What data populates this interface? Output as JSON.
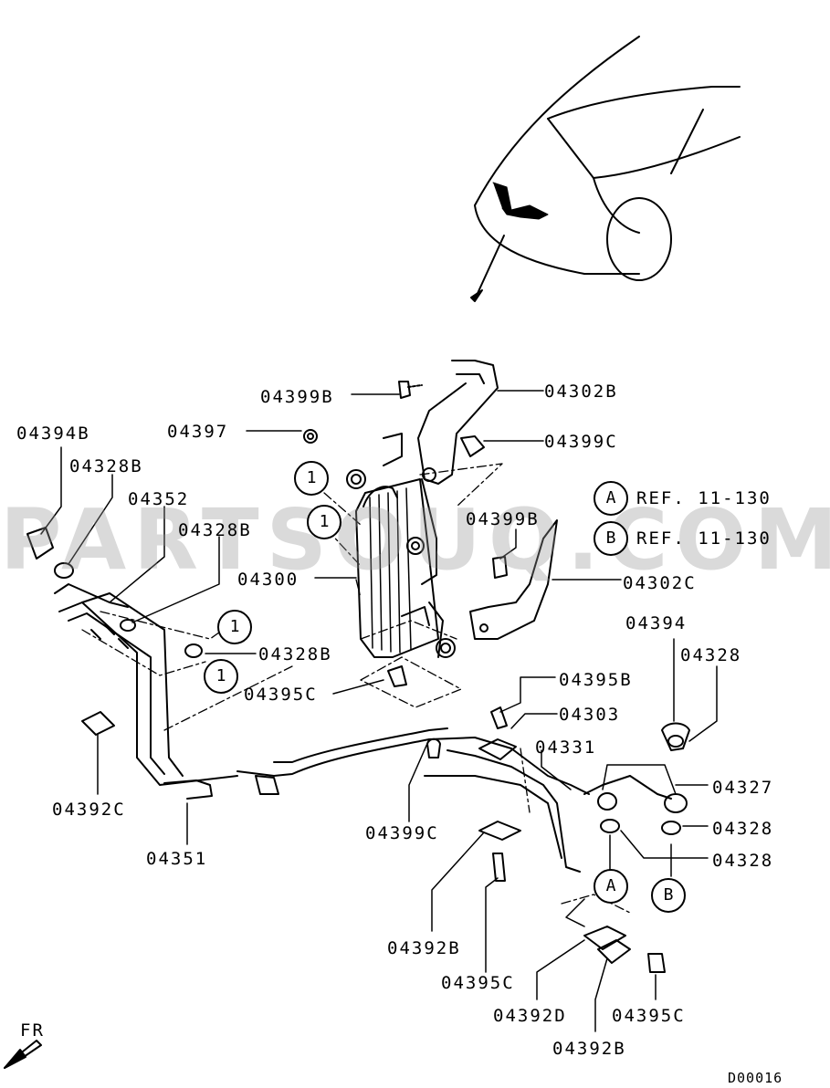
{
  "watermark": "PARTSOUQ.COM",
  "diagram_code": "D00016",
  "front_label": "FR",
  "references": [
    {
      "badge": "A",
      "text": "REF. 11-130"
    },
    {
      "badge": "B",
      "text": "REF. 11-130"
    }
  ],
  "callout_markers": {
    "one": "1",
    "a": "A",
    "b": "B"
  },
  "parts": {
    "p04302B": "04302B",
    "p04399B_top": "04399B",
    "p04397": "04397",
    "p04399C_top": "04399C",
    "p04394B": "04394B",
    "p04328B_a": "04328B",
    "p04352": "04352",
    "p04328B_b": "04328B",
    "p04399B_mid": "04399B",
    "p04300": "04300",
    "p04302C": "04302C",
    "p04394": "04394",
    "p04328_top": "04328",
    "p04328B_c": "04328B",
    "p04395B": "04395B",
    "p04303": "04303",
    "p04395C_left": "04395C",
    "p04331": "04331",
    "p04327": "04327",
    "p04392C": "04392C",
    "p04328_mid": "04328",
    "p04399C_bot": "04399C",
    "p04328_low": "04328",
    "p04351": "04351",
    "p04392B_mid": "04392B",
    "p04395C_mid": "04395C",
    "p04392D": "04392D",
    "p04395C_right": "04395C",
    "p04392B_bot": "04392B"
  }
}
